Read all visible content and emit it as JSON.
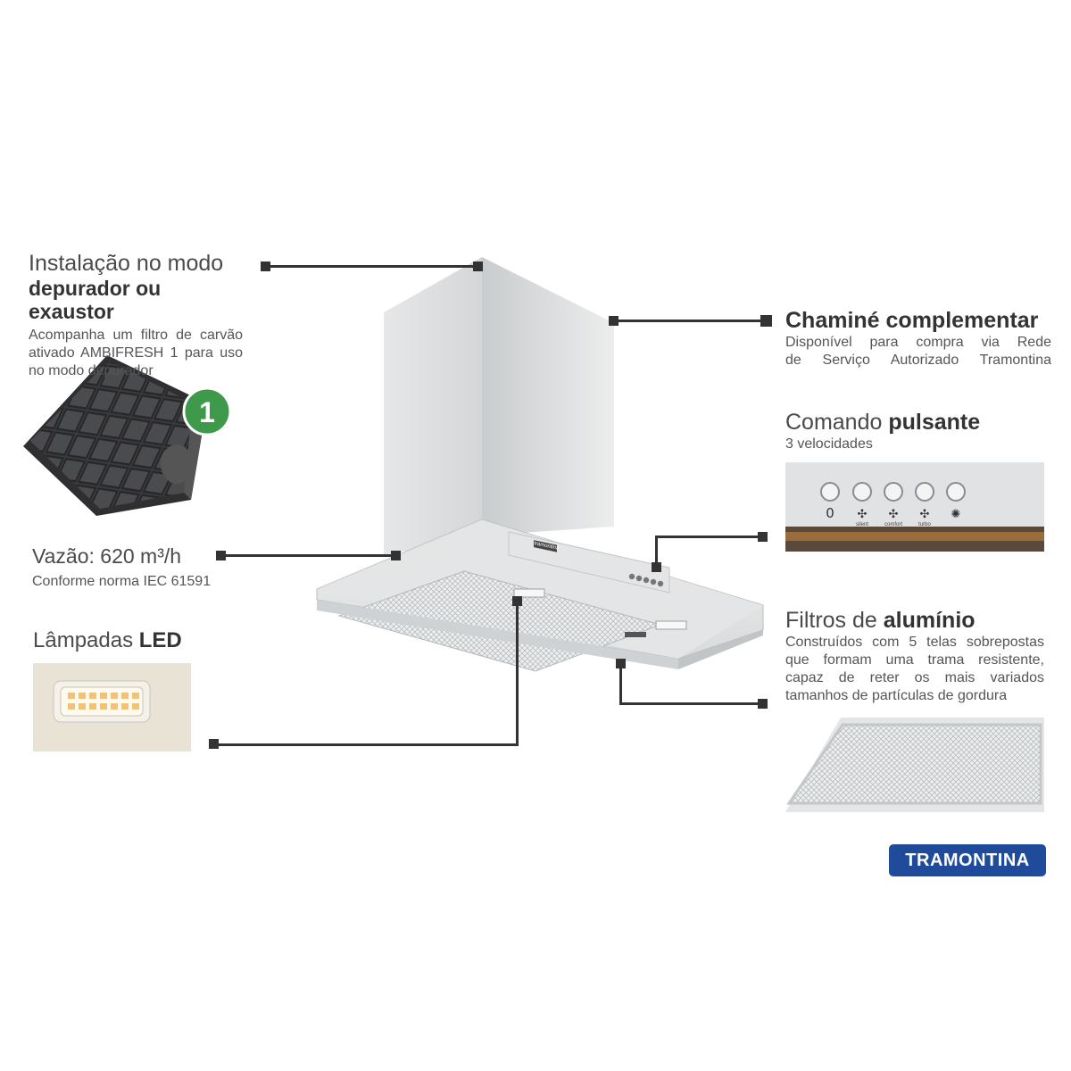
{
  "install": {
    "line1": "Instalação no modo",
    "line2": "depurador ou exaustor",
    "desc1": "Acompanha um filtro de carvão",
    "desc2": "ativado AMBIFRESH 1 para uso",
    "desc3": "no modo depurador",
    "badge": "1"
  },
  "flow": {
    "label": "Vazão: 620 m³/h",
    "norm": "Conforme norma IEC 61591"
  },
  "led": {
    "label_plain": "Lâmpadas ",
    "label_bold": "LED"
  },
  "chimney": {
    "title": "Chaminé complementar",
    "desc1": "Disponível para compra via Rede",
    "desc2": "de Serviço Autorizado Tramontina"
  },
  "control": {
    "title_plain": "Comando ",
    "title_bold": "pulsante",
    "desc": "3 velocidades",
    "buttons": [
      {
        "symbol": "0",
        "label": ""
      },
      {
        "symbol": "fan-icon",
        "label": "silent"
      },
      {
        "symbol": "fan-icon",
        "label": "comfort"
      },
      {
        "symbol": "fan-icon",
        "label": "turbo"
      },
      {
        "symbol": "light-icon",
        "label": ""
      }
    ]
  },
  "filters": {
    "title_plain": "Filtros de ",
    "title_bold": "alumínio",
    "desc1": "Construídos com 5 telas sobrepostas",
    "desc2": "que formam uma trama resistente,",
    "desc3": "capaz de reter os mais variados",
    "desc4": "tamanhos de partículas de gordura"
  },
  "hood_brand_label": "tramontina",
  "brand": "TRAMONTINA",
  "colors": {
    "brand_blue": "#1f4b9a",
    "badge_green": "#3e9a4a",
    "steel": "#cfd2d4",
    "text": "#333333"
  }
}
